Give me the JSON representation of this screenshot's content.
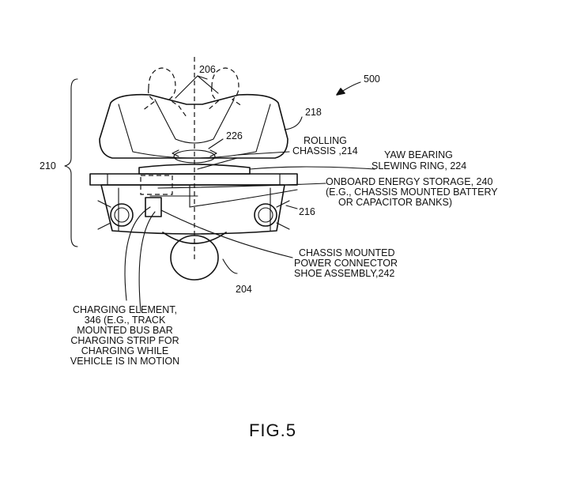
{
  "figure": {
    "caption": "FIG.5",
    "ref_500": "500",
    "ref_206": "206",
    "ref_218": "218",
    "ref_226": "226",
    "ref_210": "210",
    "ref_216": "216",
    "ref_204": "204"
  },
  "labels": {
    "rolling_chassis": [
      "ROLLING",
      "CHASSIS ,214"
    ],
    "yaw_bearing": [
      "YAW BEARING",
      "SLEWING RING, 224"
    ],
    "energy_storage": [
      "ONBOARD ENERGY STORAGE, 240",
      "(E.G., CHASSIS MOUNTED BATTERY",
      "OR CAPACITOR BANKS)"
    ],
    "connector_shoe": [
      "CHASSIS MOUNTED",
      "POWER CONNECTOR",
      "SHOE ASSEMBLY,242"
    ],
    "charging_element": [
      "CHARGING ELEMENT,",
      "346 (E.G., TRACK",
      "MOUNTED BUS BAR",
      "CHARGING STRIP FOR",
      "CHARGING WHILE",
      "VEHICLE IS IN MOTION"
    ]
  }
}
